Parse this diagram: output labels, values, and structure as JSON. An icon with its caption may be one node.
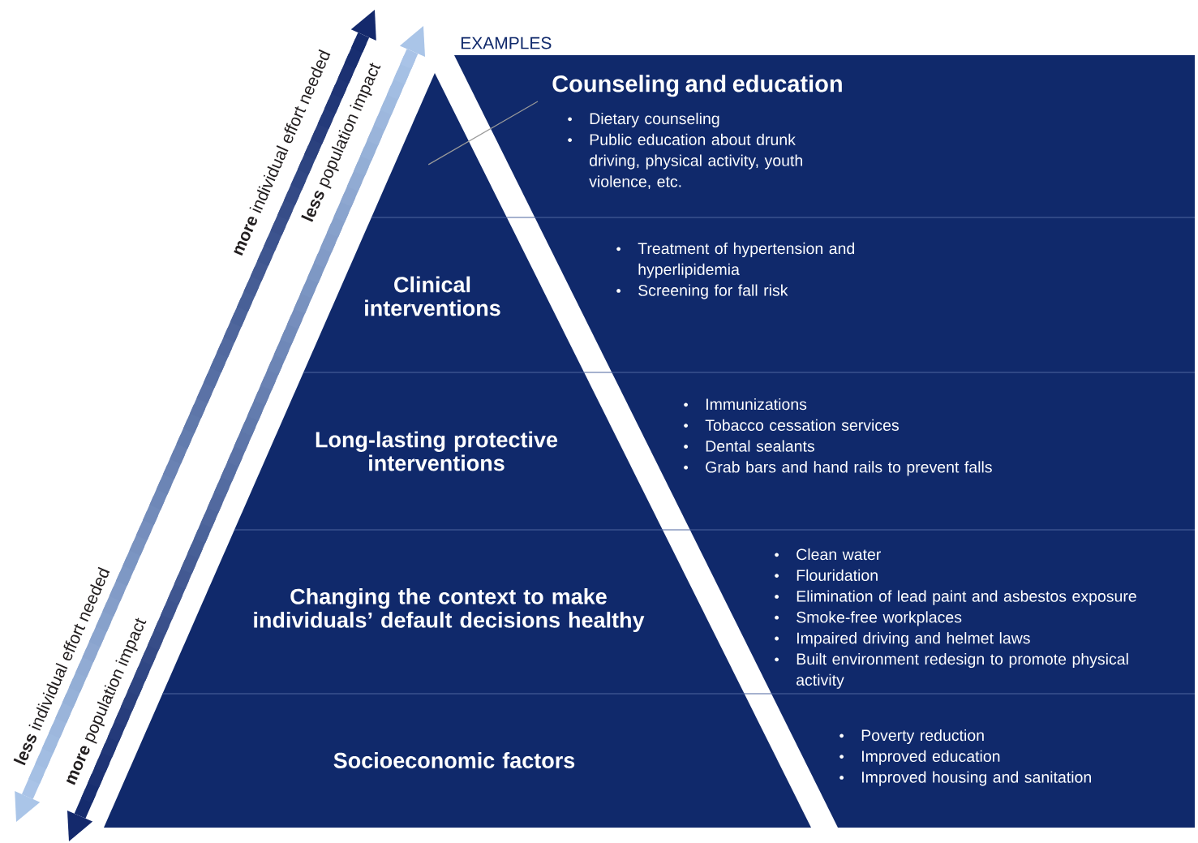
{
  "diagram": {
    "nodes": [
      {
        "text": [],
        "shape": "triangle"
      },
      {
        "text": [
          "Clinical interventions"
        ]
      },
      {
        "text": [
          "Long-lasting protective interventions"
        ]
      },
      {
        "text": [
          "Changing the context to make individuals’ default decisions healthy"
        ]
      },
      {
        "text": [
          "Socioeconomic factors"
        ]
      },
      {
        "text": [
          "Counseling and education",
          "Dietary counseling",
          "Public education about drunk driving, physical activity, youth violence, etc."
        ]
      },
      {
        "text": [
          "Treatment of hypertension and hyperlipidemia",
          "Screening for fall risk"
        ]
      },
      {
        "text": [
          "Immunizations",
          "Tobacco cessation services",
          "Dental sealants",
          "Grab bars and hand rails to prevent falls"
        ]
      },
      {
        "text": [
          "Clean water",
          "Flouridation",
          "Elimination of lead paint and asbestos exposure",
          "Smoke-free workplaces",
          "Impaired driving and helmet laws",
          "Built environment redesign to promote physical activity"
        ]
      },
      {
        "text": [
          "Poverty reduction",
          "Improved education",
          "Improved housing and sanitation"
        ]
      }
    ],
    "edges": [
      {
        "from": 5,
        "to": 0,
        "arrow": "none"
      }
    ],
    "labels": [
      "**more** individual effort needed",
      "**less** population impact",
      "EXAMPLES",
      "**less** individual effort needed",
      "**more** population impact"
    ]
  }
}
